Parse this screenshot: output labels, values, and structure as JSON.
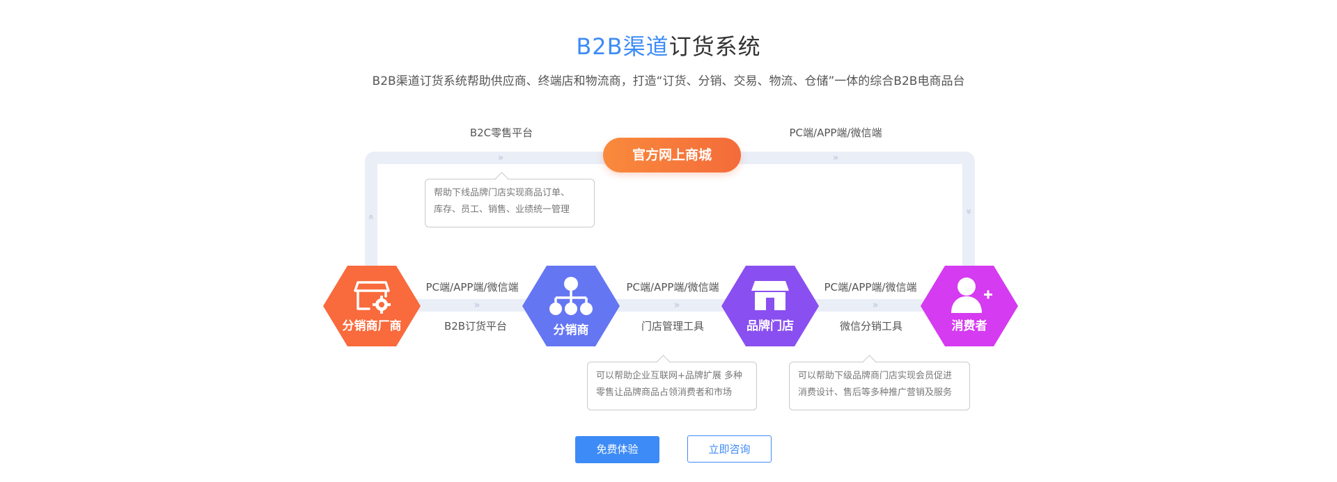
{
  "header": {
    "title_highlight": "B2B渠道",
    "title_rest": "订货系统",
    "subtitle": "B2B渠道订货系统帮助供应商、终端店和物流商，打造“订货、分销、交易、物流、仓储”一体的综合B2B电商品台"
  },
  "top": {
    "left_label": "B2C零售平台",
    "right_label": "PC端/APP端/微信端",
    "mall_label": "官方网上商城",
    "bubble_text_line1": "帮助下线品牌门店实现商品订单、",
    "bubble_text_line2": "库存、员工、销售、业绩统一管理"
  },
  "nodes": [
    {
      "label": "分销商厂商",
      "color": "#f96a3c",
      "icon": "store-gear-icon"
    },
    {
      "label": "分销商",
      "color": "#6576f3",
      "icon": "network-icon"
    },
    {
      "label": "品牌门店",
      "color": "#8a4ff0",
      "icon": "shop-icon"
    },
    {
      "label": "消费者",
      "color": "#d53bf0",
      "icon": "user-add-icon"
    }
  ],
  "links": [
    {
      "top_label": "PC端/APP端/微信端",
      "bottom_label": "B2B订货平台"
    },
    {
      "top_label": "PC端/APP端/微信端",
      "bottom_label": "门店管理工具"
    },
    {
      "top_label": "PC端/APP端/微信端",
      "bottom_label": "微信分销工具"
    }
  ],
  "bubbles_bottom": [
    {
      "line1": "可以帮助企业互联网+品牌扩展 多种",
      "line2": "零售让品牌商品占领消费者和市场"
    },
    {
      "line1": "可以帮助下级品牌商门店实现会员促进",
      "line2": "消费设计、售后等多种推广营销及服务"
    }
  ],
  "actions": {
    "primary": "免费体验",
    "secondary": "立即咨询"
  },
  "colors": {
    "accent": "#3d8bf6",
    "mall": "#f46b3a",
    "track": "#eaeef7"
  }
}
